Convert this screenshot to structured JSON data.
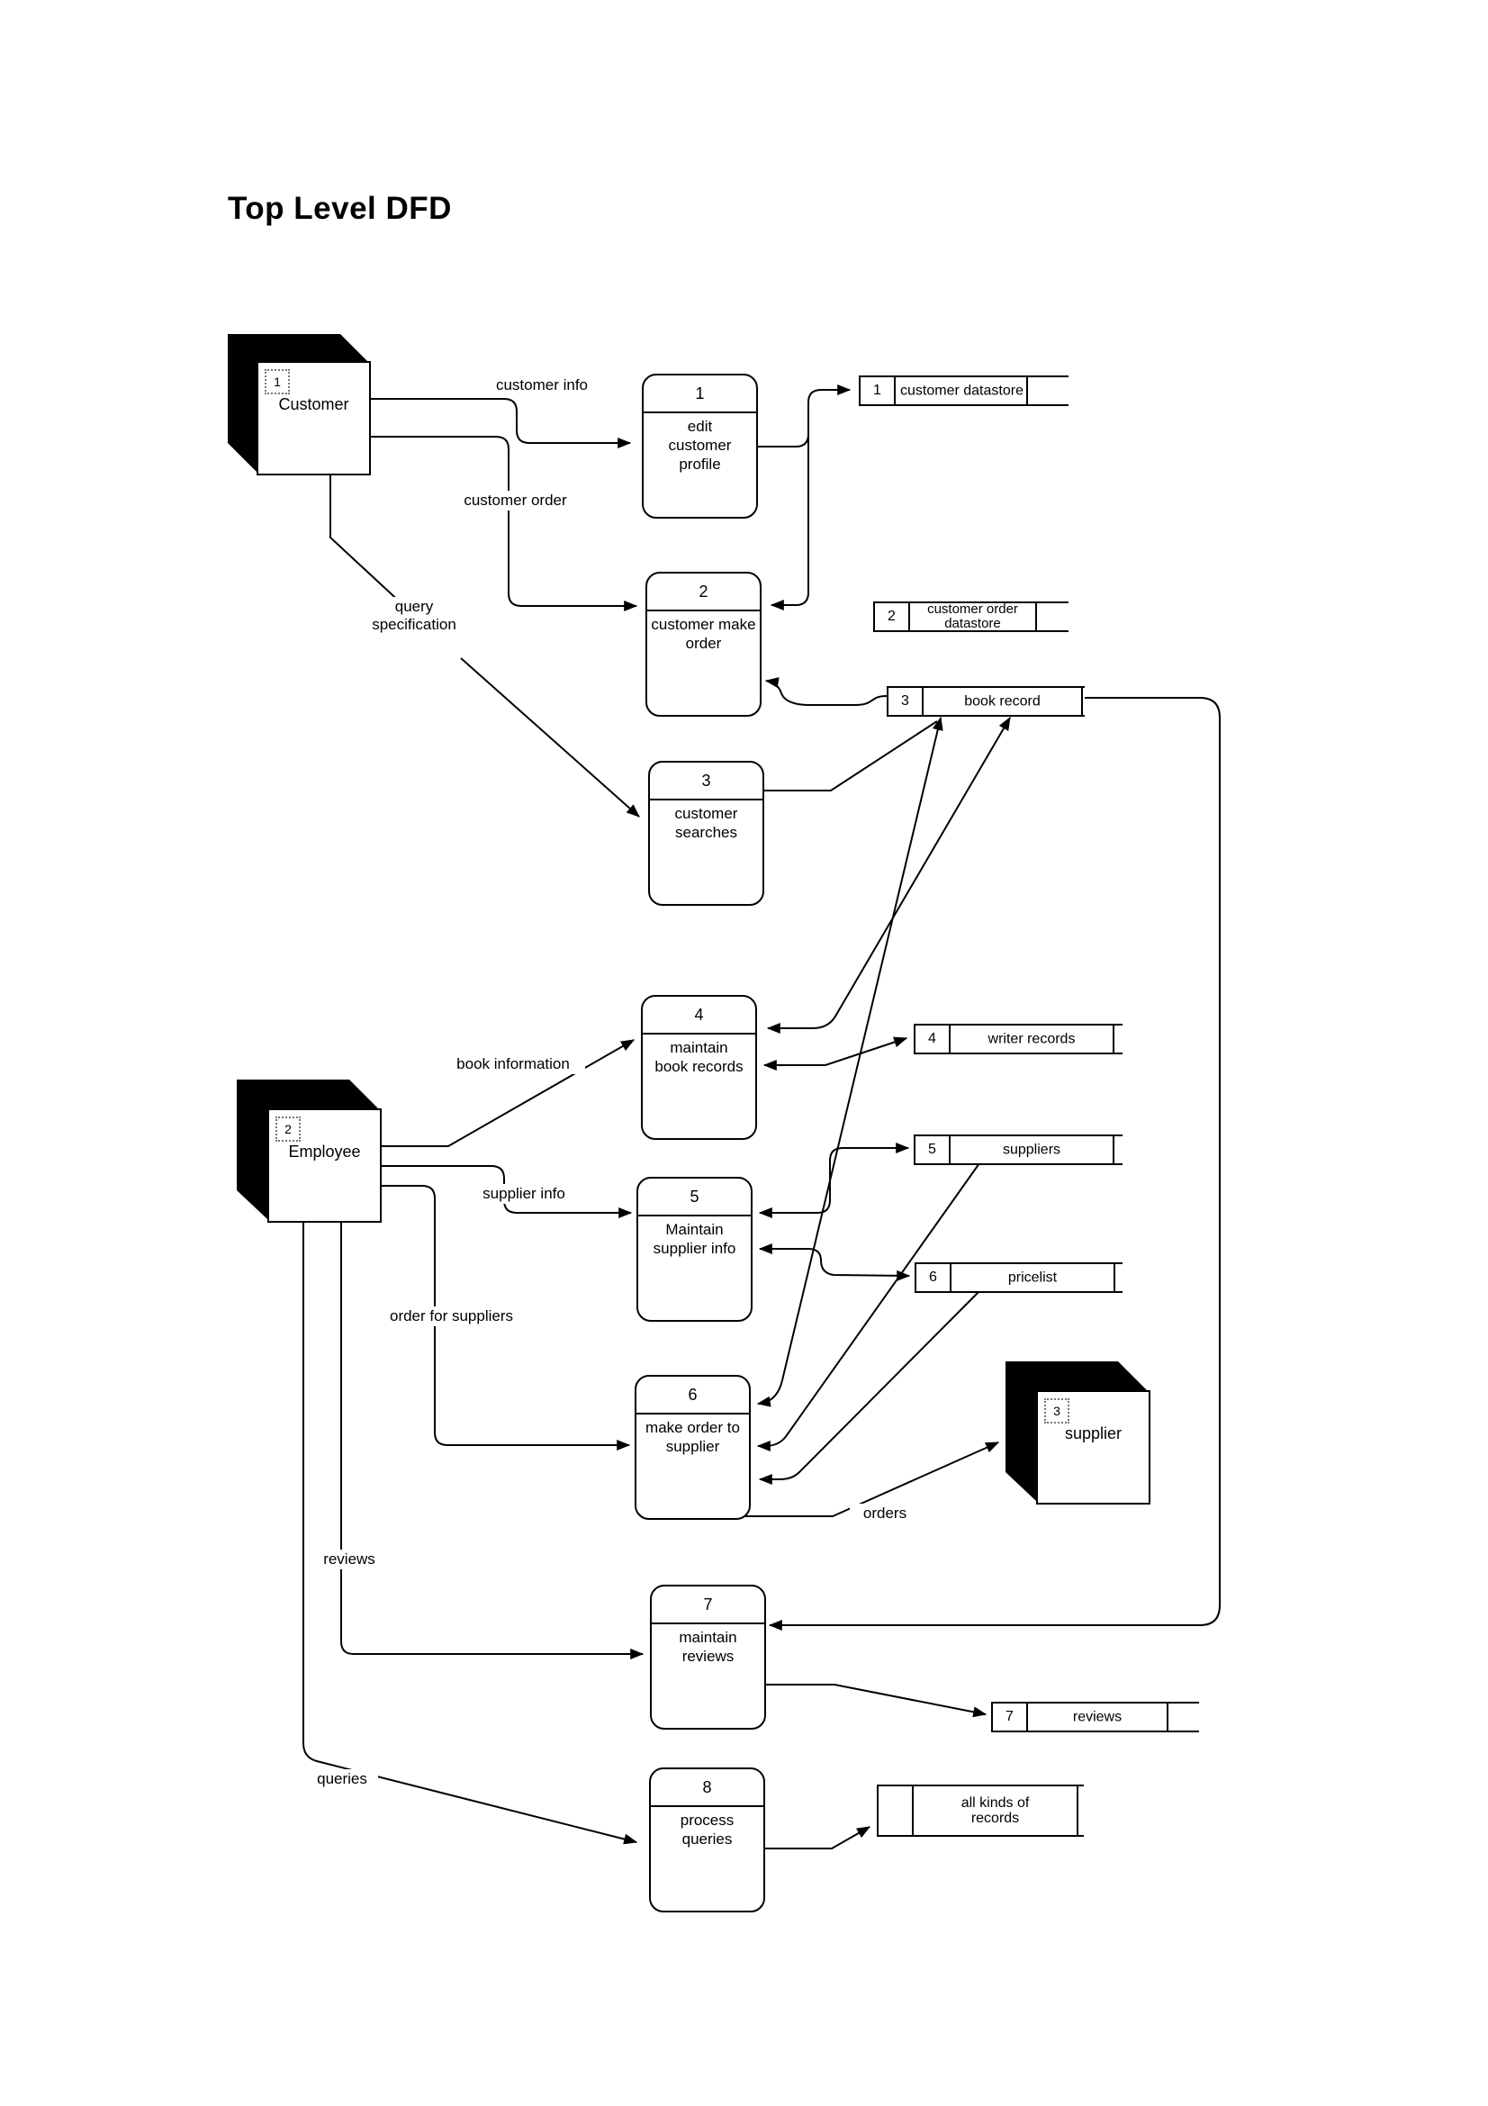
{
  "title": "Top Level DFD",
  "colors": {
    "line": "#000000",
    "background": "#ffffff"
  },
  "entities": {
    "customer": {
      "number": "1",
      "label": "Customer"
    },
    "employee": {
      "number": "2",
      "label": "Employee"
    },
    "supplier": {
      "number": "3",
      "label": "supplier"
    }
  },
  "processes": {
    "p1": {
      "number": "1",
      "label": "edit\ncustomer\nprofile"
    },
    "p2": {
      "number": "2",
      "label": "customer make\norder"
    },
    "p3": {
      "number": "3",
      "label": "customer\nsearches"
    },
    "p4": {
      "number": "4",
      "label": "maintain\nbook records"
    },
    "p5": {
      "number": "5",
      "label": "Maintain\nsupplier info"
    },
    "p6": {
      "number": "6",
      "label": "make order to\nsupplier"
    },
    "p7": {
      "number": "7",
      "label": "maintain\nreviews"
    },
    "p8": {
      "number": "8",
      "label": "process\nqueries"
    }
  },
  "datastores": {
    "d1": {
      "number": "1",
      "label": "customer datastore"
    },
    "d2": {
      "number": "2",
      "label": "customer order\ndatastore"
    },
    "d3": {
      "number": "3",
      "label": "book record"
    },
    "d4": {
      "number": "4",
      "label": "writer records"
    },
    "d5": {
      "number": "5",
      "label": "suppliers"
    },
    "d6": {
      "number": "6",
      "label": "pricelist"
    },
    "d7": {
      "number": "7",
      "label": "reviews"
    },
    "d8": {
      "number": "",
      "label": "all kinds of\nrecords"
    }
  },
  "flow_labels": {
    "customer_info": "customer info",
    "customer_order": "customer order",
    "query_specification": "query\nspecification",
    "book_information": "book information",
    "supplier_info": "supplier info",
    "order_for_suppliers": "order for suppliers",
    "reviews": "reviews",
    "queries": "queries",
    "orders": "orders"
  }
}
